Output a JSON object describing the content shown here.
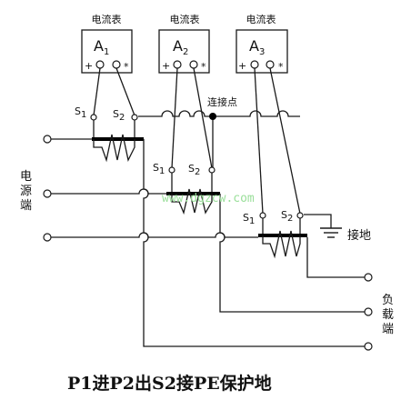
{
  "meters": [
    {
      "header": "电流表",
      "name": "A",
      "index": "1",
      "plus": "+",
      "star": "*"
    },
    {
      "header": "电流表",
      "name": "A",
      "index": "2",
      "plus": "+",
      "star": "*"
    },
    {
      "header": "电流表",
      "name": "A",
      "index": "3",
      "plus": "+",
      "star": "*"
    }
  ],
  "ct_terminals": [
    {
      "s1": "S",
      "s1_sub": "1",
      "s2": "S",
      "s2_sub": "2"
    },
    {
      "s1": "S",
      "s1_sub": "1",
      "s2": "S",
      "s2_sub": "2"
    },
    {
      "s1": "S",
      "s1_sub": "1",
      "s2": "S",
      "s2_sub": "2"
    }
  ],
  "junction_label": "连接点",
  "ground_label": "接地",
  "source_label": [
    "电",
    "源",
    "端"
  ],
  "load_label": [
    "负",
    "载",
    "端"
  ],
  "watermark": "www.dgzcw.com",
  "caption": "P1进P2出S2接PE保护地"
}
